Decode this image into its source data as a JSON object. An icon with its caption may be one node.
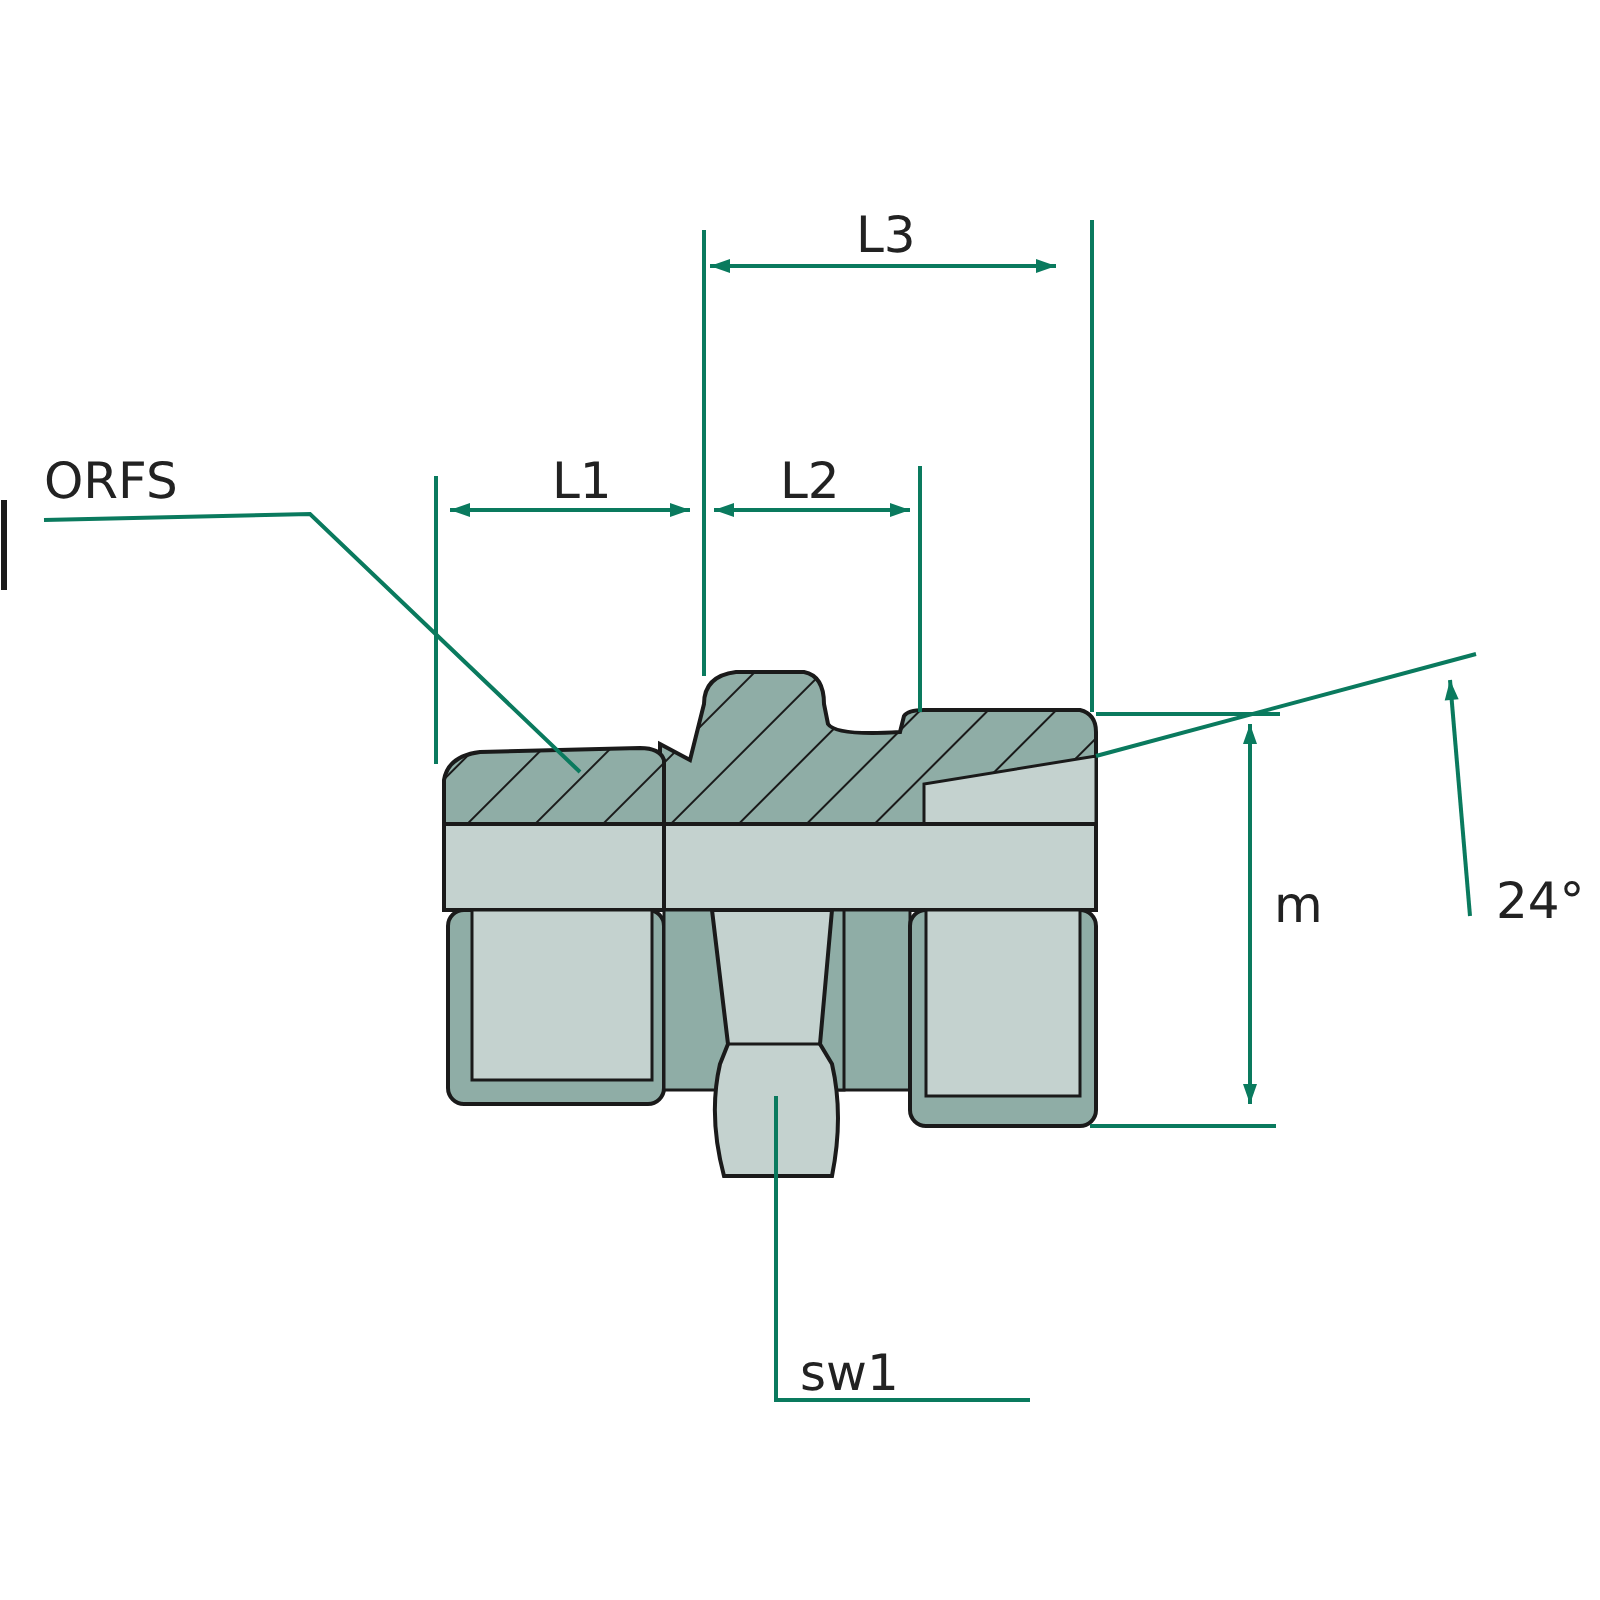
{
  "diagram": {
    "nodes": [
      {
        "text": [
          "ORFS"
        ]
      },
      {
        "text": [],
        "shape": "picture"
      },
      {
        "text": [
          "sw1"
        ]
      },
      {
        "text": [],
        "shape": "picture"
      }
    ],
    "edges": [
      {
        "from": 0,
        "to": 1,
        "arrow": "none"
      },
      {
        "from": 2,
        "to": 3,
        "arrow": "none"
      }
    ],
    "labels": [
      "L3",
      "L1",
      "L2",
      "m",
      "24°"
    ]
  }
}
